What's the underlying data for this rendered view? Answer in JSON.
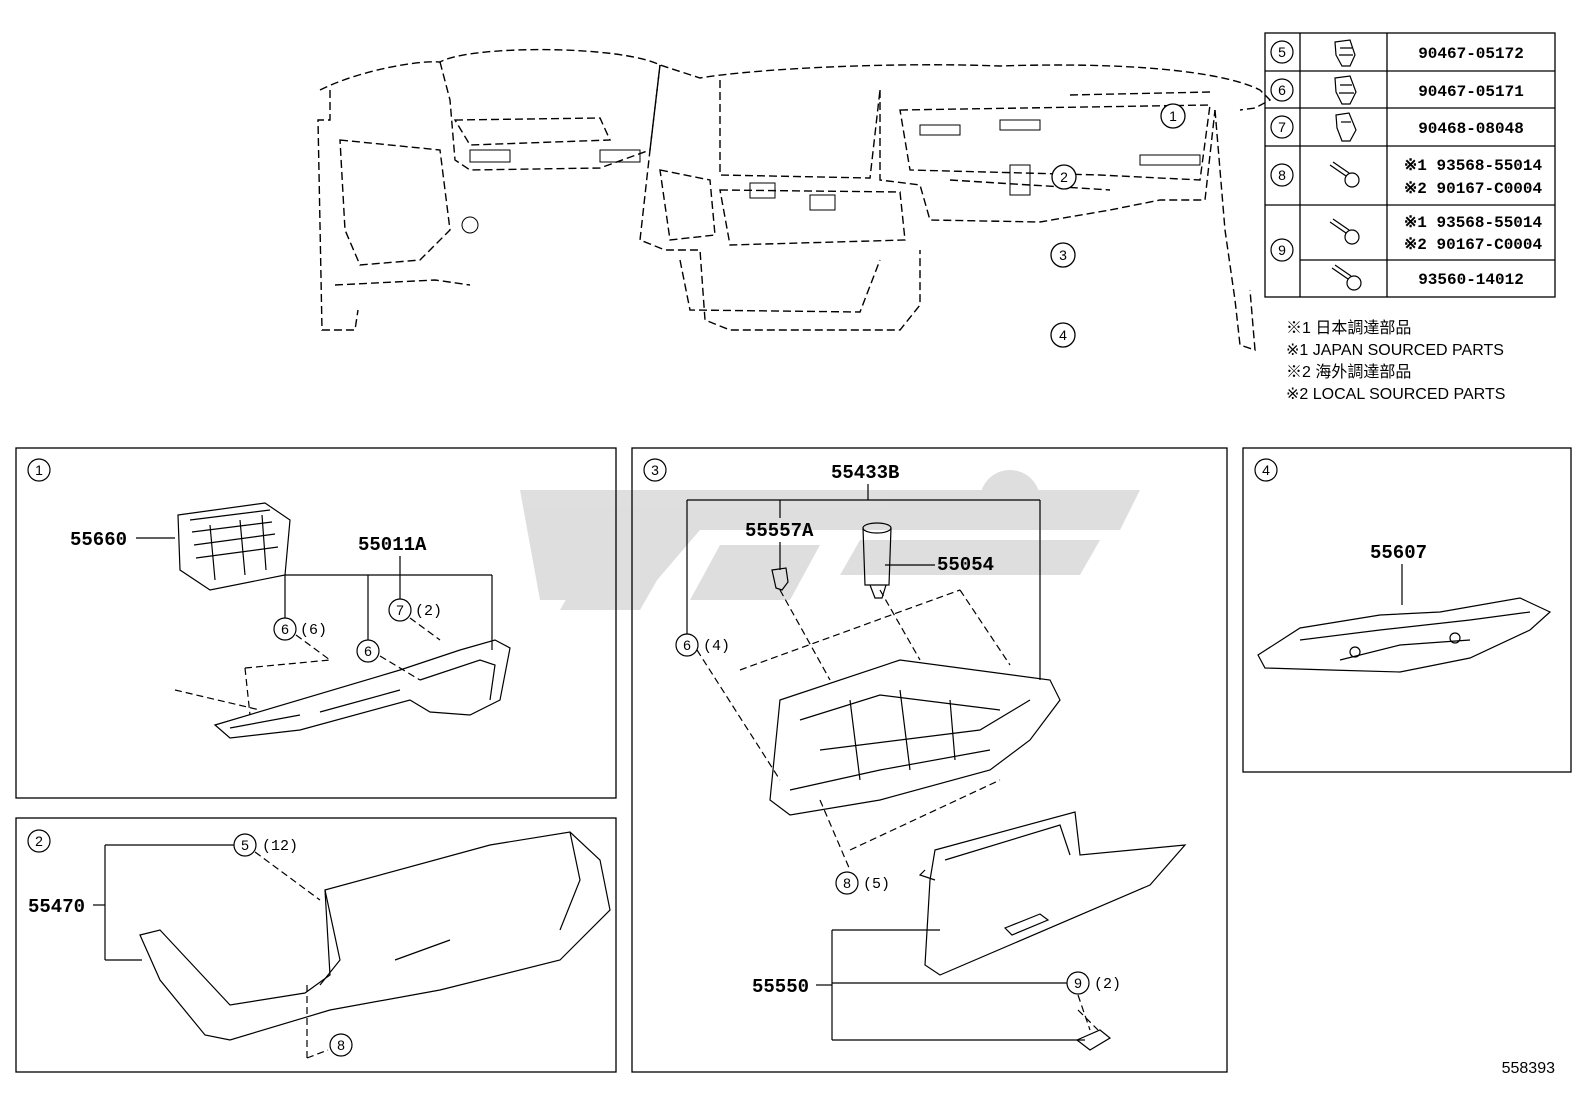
{
  "legend_table": {
    "rows": [
      {
        "ref": "5",
        "icon": "clip-icon",
        "part": "90467-05172"
      },
      {
        "ref": "6",
        "icon": "clip-icon",
        "part": "90467-05171"
      },
      {
        "ref": "7",
        "icon": "clip-icon",
        "part": "90468-08048"
      },
      {
        "ref": "8",
        "icon": "screw-icon",
        "part_1": "※1 93568-55014",
        "part_2": "※2 90167-C0004"
      },
      {
        "ref": "9",
        "icon": "screw-icon",
        "part_1": "※1 93568-55014",
        "part_2": "※2 90167-C0004",
        "part_3": "93560-14012"
      }
    ]
  },
  "notes": [
    "※1 日本調達部品",
    "※1 JAPAN SOURCED PARTS",
    "※2 海外調達部品",
    "※2 LOCAL SOURCED PARTS"
  ],
  "overview": {
    "callouts": [
      "1",
      "2",
      "3",
      "4"
    ]
  },
  "panels": {
    "p1": {
      "number": "1",
      "parts": [
        "55660",
        "55011A"
      ],
      "refs": [
        {
          "ref": "6",
          "qty": "(6)"
        },
        {
          "ref": "6",
          "qty": ""
        },
        {
          "ref": "7",
          "qty": "(2)"
        }
      ]
    },
    "p2": {
      "number": "2",
      "parts": [
        "55470"
      ],
      "refs": [
        {
          "ref": "5",
          "qty": "(12)"
        },
        {
          "ref": "8",
          "qty": ""
        }
      ]
    },
    "p3": {
      "number": "3",
      "parts": [
        "55433B",
        "55557A",
        "55054",
        "55550"
      ],
      "refs": [
        {
          "ref": "6",
          "qty": "(4)"
        },
        {
          "ref": "8",
          "qty": "(5)"
        },
        {
          "ref": "9",
          "qty": "(2)"
        }
      ]
    },
    "p4": {
      "number": "4",
      "parts": [
        "55607"
      ]
    }
  },
  "diagram_id": "558393"
}
